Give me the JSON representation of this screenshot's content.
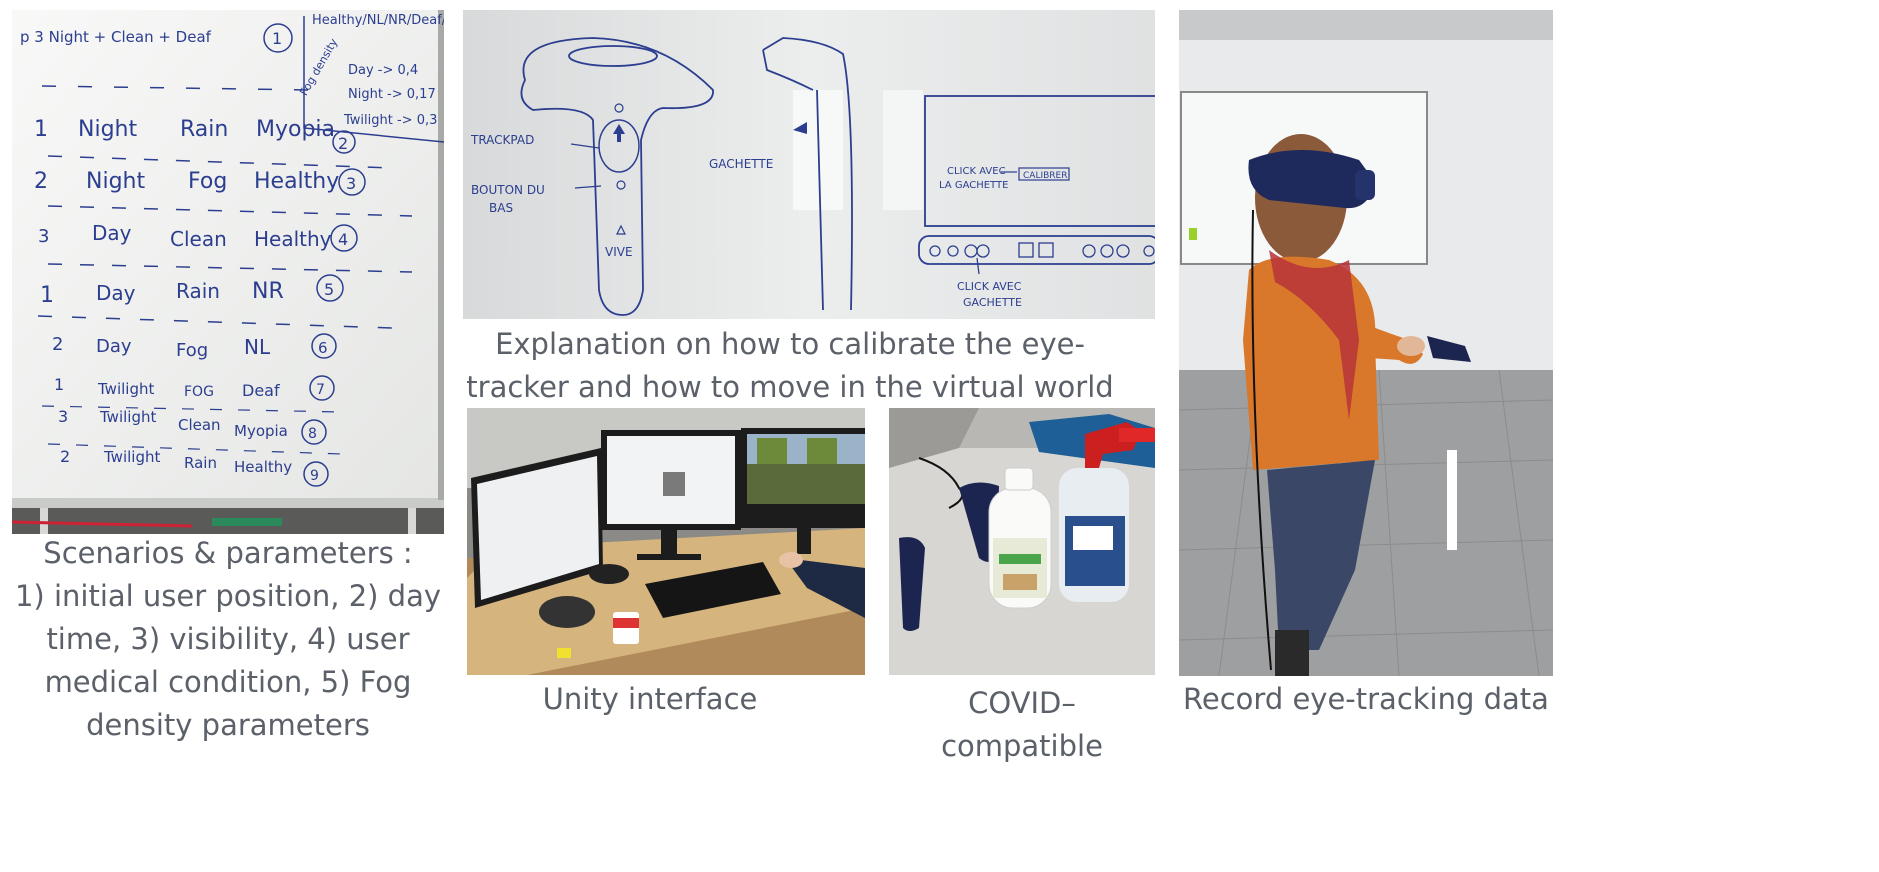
{
  "panels": {
    "whiteboard_scenarios": {
      "header": "p 3  Night + Clean + Deaf",
      "header_number": "1",
      "legend_title": "Healthy/NL/NR/Deaf/Myopia",
      "fog_label": "Fog density",
      "fog_values": [
        "Day -> 0,4",
        "Night -> 0,17",
        "Twilight -> 0,3"
      ],
      "rows": [
        {
          "pos": "1",
          "time": "Night",
          "weather": "Rain",
          "condition": "Myopia",
          "num": "2"
        },
        {
          "pos": "2",
          "time": "Night",
          "weather": "Fog",
          "condition": "Healthy",
          "num": "3"
        },
        {
          "pos": "3",
          "time": "Day",
          "weather": "Clean",
          "condition": "Healthy",
          "num": "4"
        },
        {
          "pos": "1",
          "time": "Day",
          "weather": "Rain",
          "condition": "NR",
          "num": "5"
        },
        {
          "pos": "2",
          "time": "Day",
          "weather": "Fog",
          "condition": "NL",
          "num": "6"
        },
        {
          "pos": "1",
          "time": "Twilight",
          "weather": "FOG",
          "condition": "Deaf",
          "num": "7"
        },
        {
          "pos": "3",
          "time": "Twilight",
          "weather": "Clean",
          "condition": "Myopia",
          "num": "8"
        },
        {
          "pos": "2",
          "time": "Twilight",
          "weather": "Rain",
          "condition": "Healthy",
          "num": "9"
        }
      ]
    },
    "whiteboard_controller": {
      "trackpad": "TRACKPAD",
      "bouton": "BOUTON DU",
      "bas": "BAS",
      "vive": "VIVE",
      "gachette": "GACHETTE",
      "click_avec": "CLICK AVEC",
      "la_gachette": "LA GACHETTE",
      "calibrer": "CALIBRER",
      "click_avec_2": "CLICK AVEC",
      "gachette_2": "GACHETTE"
    }
  },
  "captions": {
    "scenarios": "Scenarios & parameters :\n1) initial user position, 2) day time, 3) visibility, 4) user medical condition, 5) Fog density parameters",
    "explanation": "Explanation on how to calibrate the eye-tracker and how to move in the virtual world",
    "unity": "Unity interface",
    "covid": "COVID–compatible",
    "record": "Record eye-tracking data"
  },
  "colors": {
    "caption_text": "#5b6069",
    "marker_ink": "#2c3e8f",
    "sweater": "#d9782a",
    "jeans": "#3b4766",
    "headset": "#1e2a5c"
  }
}
